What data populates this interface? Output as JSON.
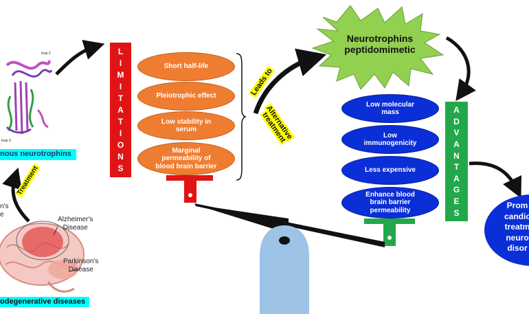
{
  "left": {
    "neurotrophins_label": "nous neurotrophins",
    "loop_top": "loop 2",
    "loop_bottom": "loop 3",
    "treatment_tag": "Treatment",
    "diseases_label": "odegenerative diseases",
    "alzheimers": "Alzheimer's\nDisease",
    "parkinsons": "Parkinson's\nDisease",
    "partial_left": "n's\ne"
  },
  "limitations": {
    "letters": [
      "L",
      "I",
      "M",
      "I",
      "T",
      "A",
      "T",
      "I",
      "O",
      "N",
      "S"
    ],
    "color": "#e01414",
    "items": [
      "Short half-life",
      "Pleiotrophic effect",
      "Low stability in serum",
      "Marginal permeability of blood brain barrier"
    ]
  },
  "middle": {
    "leads_to": "Leads to",
    "alternative": "Alternative",
    "treatment": "treatment"
  },
  "peptidomimetic": {
    "line1": "Neurotrophins",
    "line2": "peptidomimetic",
    "color": "#92d050"
  },
  "advantages": {
    "letters": [
      "A",
      "D",
      "V",
      "A",
      "N",
      "T",
      "A",
      "G",
      "E",
      "S"
    ],
    "color": "#22a84a",
    "items": [
      "Low molecular mass",
      "Low immunogenicity",
      "Less expensive",
      "Enhance blood brain barrier permeability"
    ]
  },
  "outcome": {
    "lines": [
      "Prom",
      "candic",
      "treatm",
      "neuro",
      "disor"
    ]
  },
  "colors": {
    "orange": "#ef7d31",
    "blue": "#0b2fd6",
    "red_stand": "#e01414",
    "green_stand": "#22a84a",
    "fulcrum": "#9dc3e6",
    "highlight_cyan": "#00ffff",
    "highlight_yellow": "#ffff00"
  }
}
